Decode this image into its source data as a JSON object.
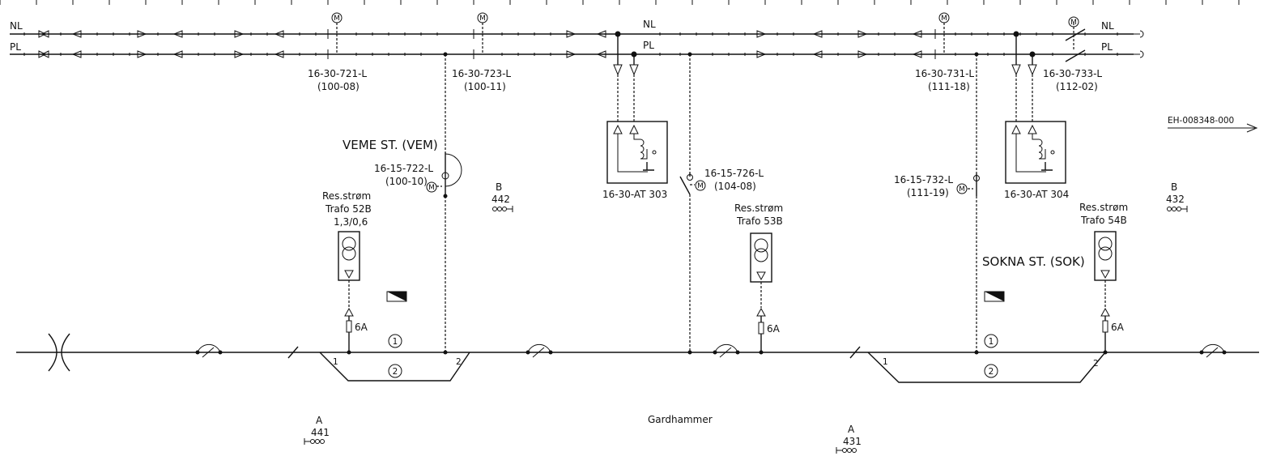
{
  "feeders": {
    "nl": "NL",
    "pl": "PL"
  },
  "switches": [
    {
      "id": "16-30-721-L",
      "ref": "(100-08)"
    },
    {
      "id": "16-30-723-L",
      "ref": "(100-11)"
    },
    {
      "id": "16-30-731-L",
      "ref": "(111-18)"
    },
    {
      "id": "16-30-733-L",
      "ref": "(112-02)"
    },
    {
      "id": "16-15-722-L",
      "ref": "(100-10)"
    },
    {
      "id": "16-15-726-L",
      "ref": "(104-08)"
    },
    {
      "id": "16-15-732-L",
      "ref": "(111-19)"
    }
  ],
  "motor_symbol": "M",
  "autotransformers": [
    "16-30-AT 303",
    "16-30-AT 304"
  ],
  "stations": [
    "VEME ST. (VEM)",
    "SOKNA ST. (SOK)"
  ],
  "reserve_transformers": [
    {
      "line1": "Res.strøm",
      "line2": "Trafo 52B",
      "line3": "1,3/0,6",
      "fuse": "6A"
    },
    {
      "line1": "Res.strøm",
      "line2": "Trafo 53B",
      "line3": "",
      "fuse": "6A"
    },
    {
      "line1": "Res.strøm",
      "line2": "Trafo 54B",
      "line3": "",
      "fuse": "6A"
    }
  ],
  "signals": [
    {
      "letter": "B",
      "number": "442"
    },
    {
      "letter": "B",
      "number": "432"
    },
    {
      "letter": "A",
      "number": "441"
    },
    {
      "letter": "A",
      "number": "431"
    }
  ],
  "tracks": {
    "main": "1",
    "siding": "2",
    "switch_left": "1",
    "switch_right": "2"
  },
  "location": "Gardhammer",
  "reference": "EH-008348-000"
}
